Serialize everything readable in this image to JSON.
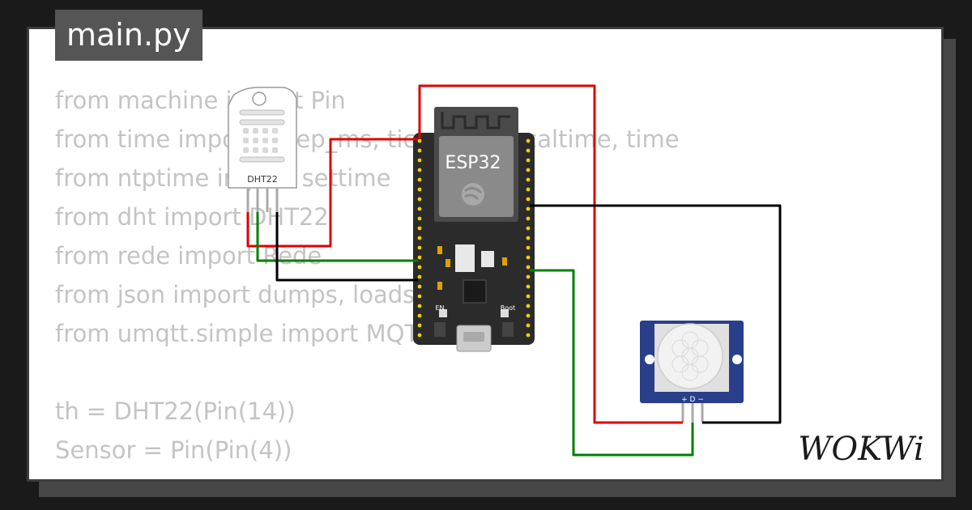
{
  "file_tab": {
    "label": "main.py"
  },
  "code_lines": [
    "from machine import Pin",
    "from time import sleep_ms, ticks_ms, localtime, time",
    "from ntptime import settime",
    "from dht import DHT22",
    "from rede import Rede",
    "from json import dumps, loads",
    "from umqtt.simple import MQTTClient",
    "",
    "th = DHT22(Pin(14))",
    "Sensor = Pin(Pin(4))"
  ],
  "components": {
    "dht22": {
      "label": "DHT22"
    },
    "esp32": {
      "label": "ESP32",
      "button_en": "EN",
      "button_boot": "Boot"
    },
    "pir": {
      "pin_labels": "+ D −"
    }
  },
  "brand": {
    "logo": "WOKWi"
  },
  "wire_colors": {
    "power": "#e00000",
    "signal": "#008000",
    "ground": "#000000"
  },
  "icons": [
    "espressif-logo-icon",
    "usb-port-icon"
  ]
}
